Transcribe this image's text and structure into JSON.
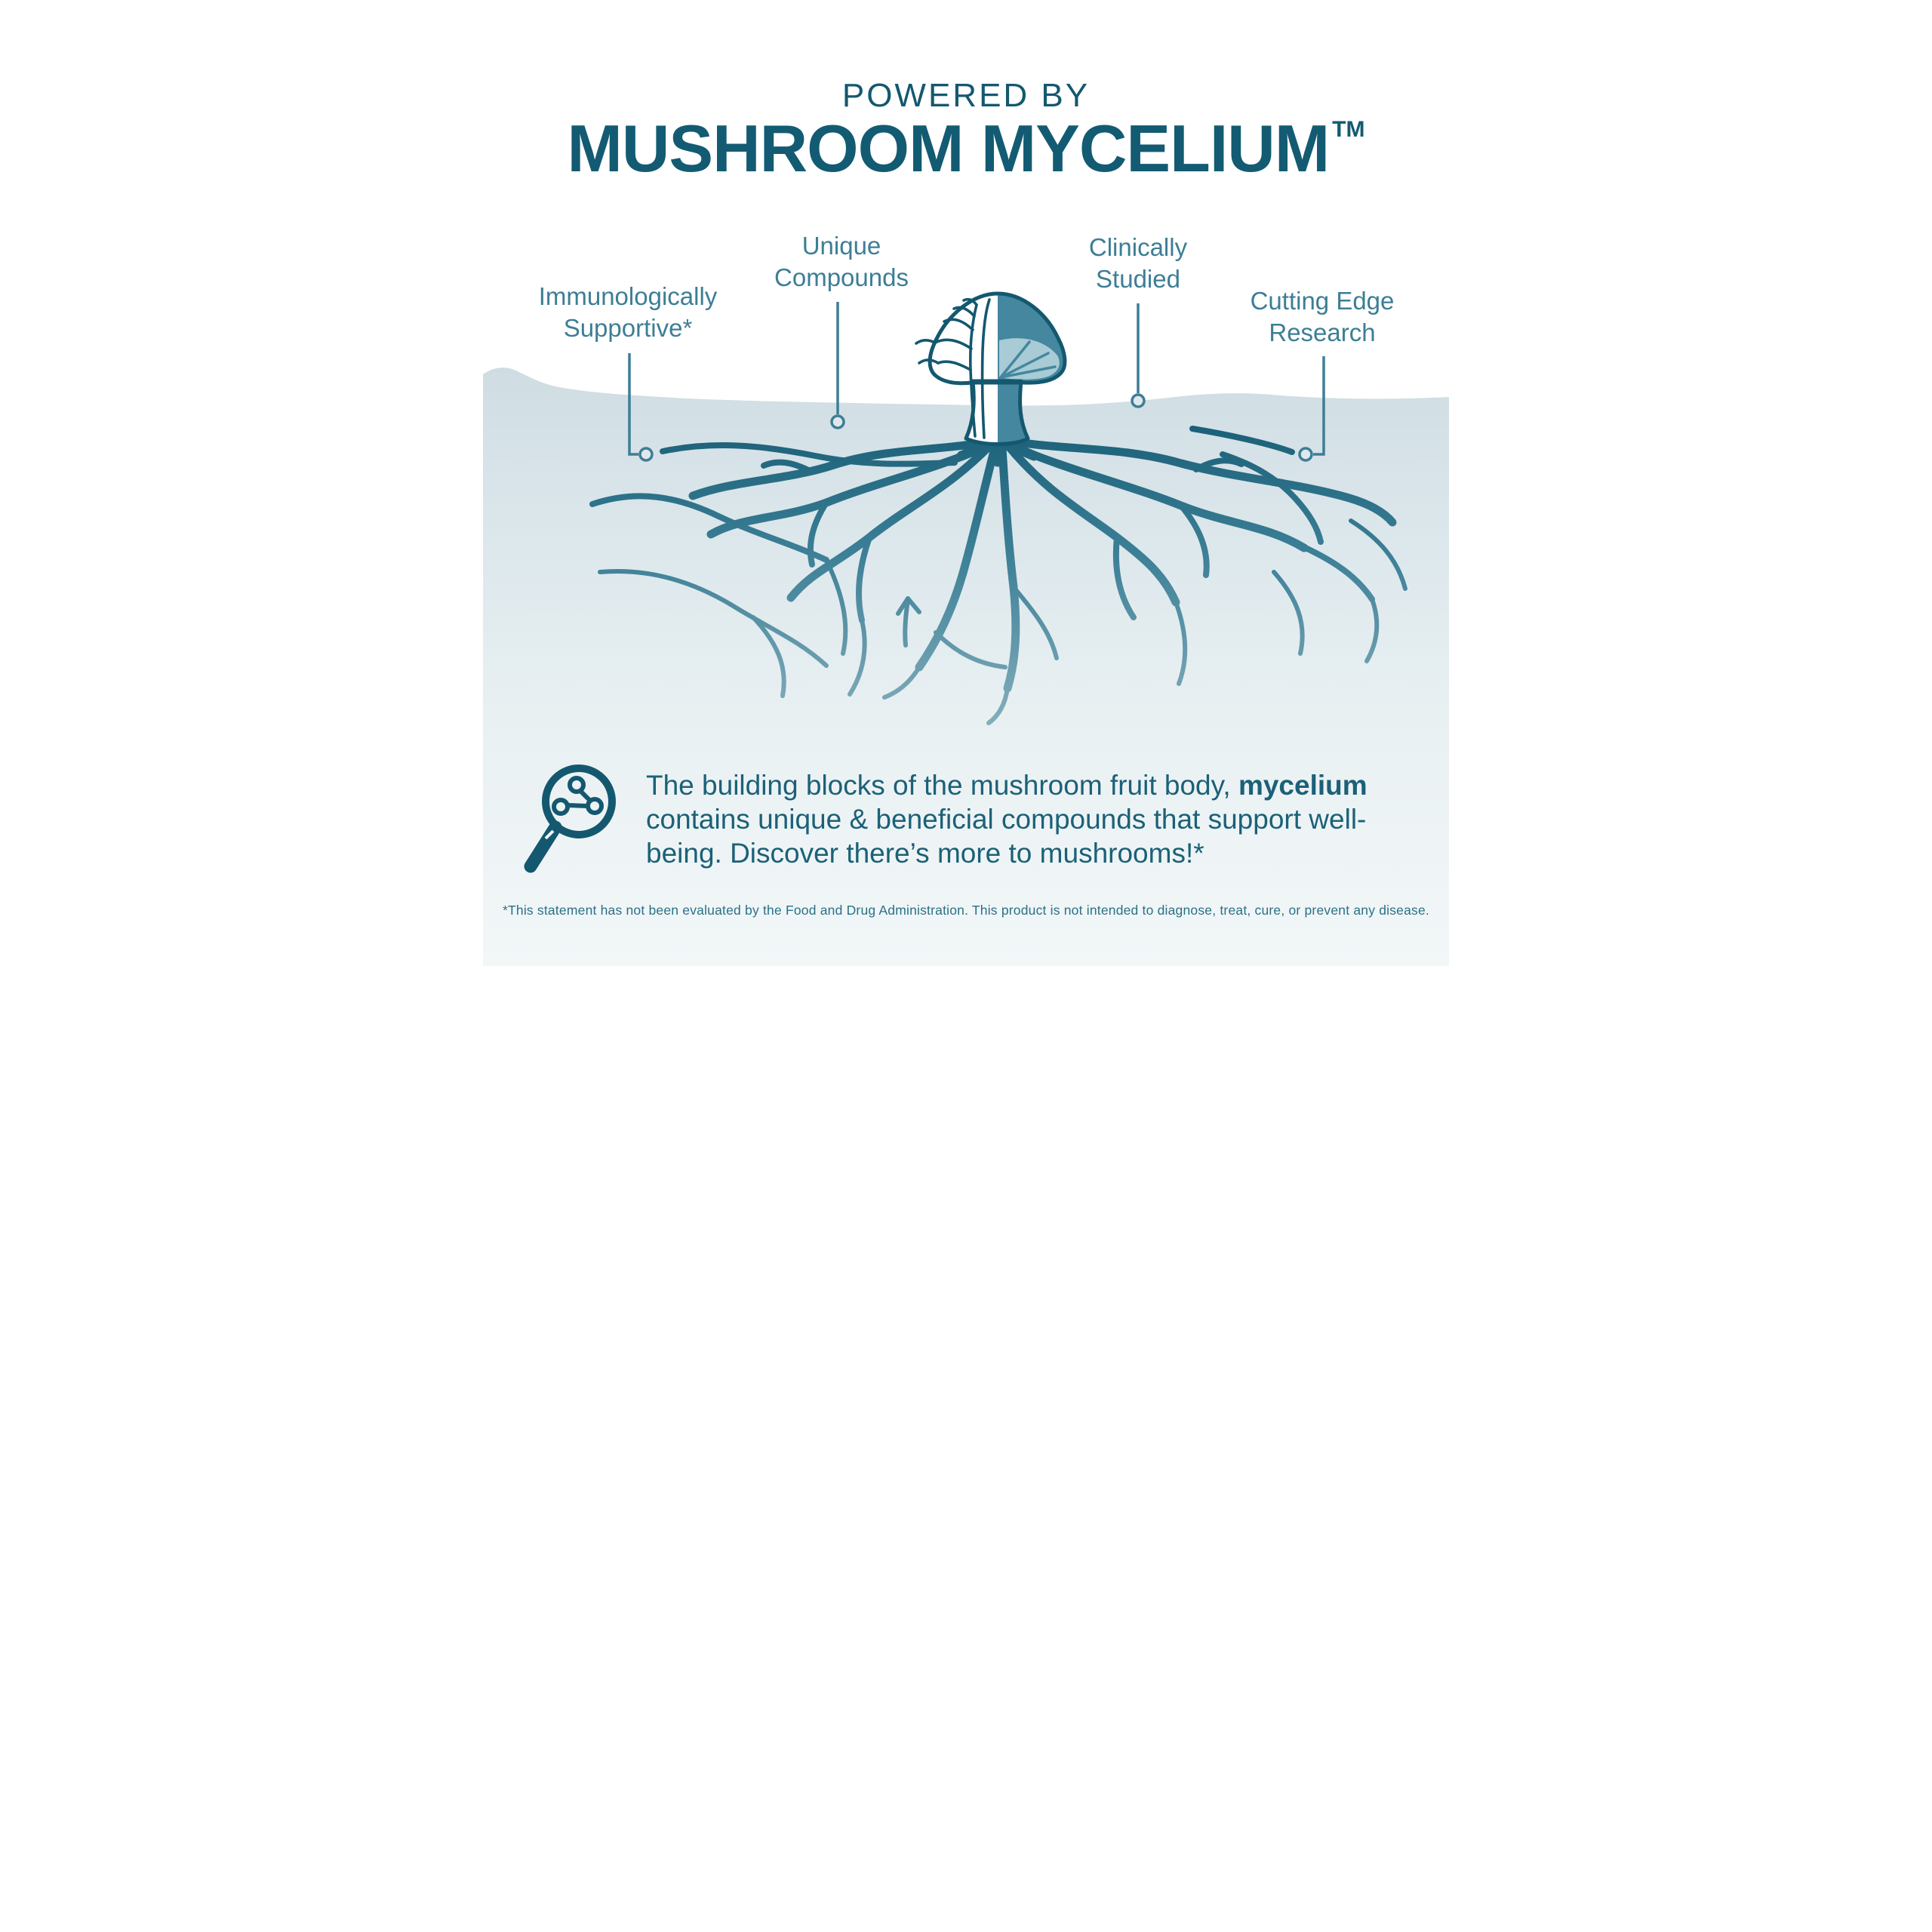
{
  "header": {
    "eyebrow": "POWERED BY",
    "title": "MUSHROOM MYCELIUM",
    "trademark": "TM"
  },
  "callouts": [
    {
      "id": "immunologically-supportive",
      "lines": [
        "Immunologically",
        "Supportive*"
      ]
    },
    {
      "id": "unique-compounds",
      "lines": [
        "Unique",
        "Compounds"
      ]
    },
    {
      "id": "clinically-studied",
      "lines": [
        "Clinically",
        "Studied"
      ]
    },
    {
      "id": "cutting-edge-research",
      "lines": [
        "Cutting Edge",
        "Research"
      ]
    }
  ],
  "illustration": {
    "subject": "half-cross-section mushroom with mycelium root network underground",
    "icons": [
      "mushroom-icon",
      "magnifier-compounds-icon"
    ]
  },
  "body": {
    "part1": "The building blocks of the mushroom fruit body, ",
    "emphasis": "mycelium",
    "part2": " contains unique & beneficial compounds that support well-being. Discover there’s more to mushrooms!*"
  },
  "footnote": "*This statement has not been evaluated by the Food and Drug Administration. This product is not intended to diagnose, treat, cure, or prevent any disease.",
  "colors": {
    "title": "#135b72",
    "label": "#3d7e95",
    "body_text": "#1b6177",
    "mushroom_outline": "#14586f",
    "mushroom_fill": "#44879e",
    "gills": "#a9cbd6",
    "root_dark": "#185e76",
    "root_light": "#84aebc",
    "ground": "#cfdde3"
  }
}
